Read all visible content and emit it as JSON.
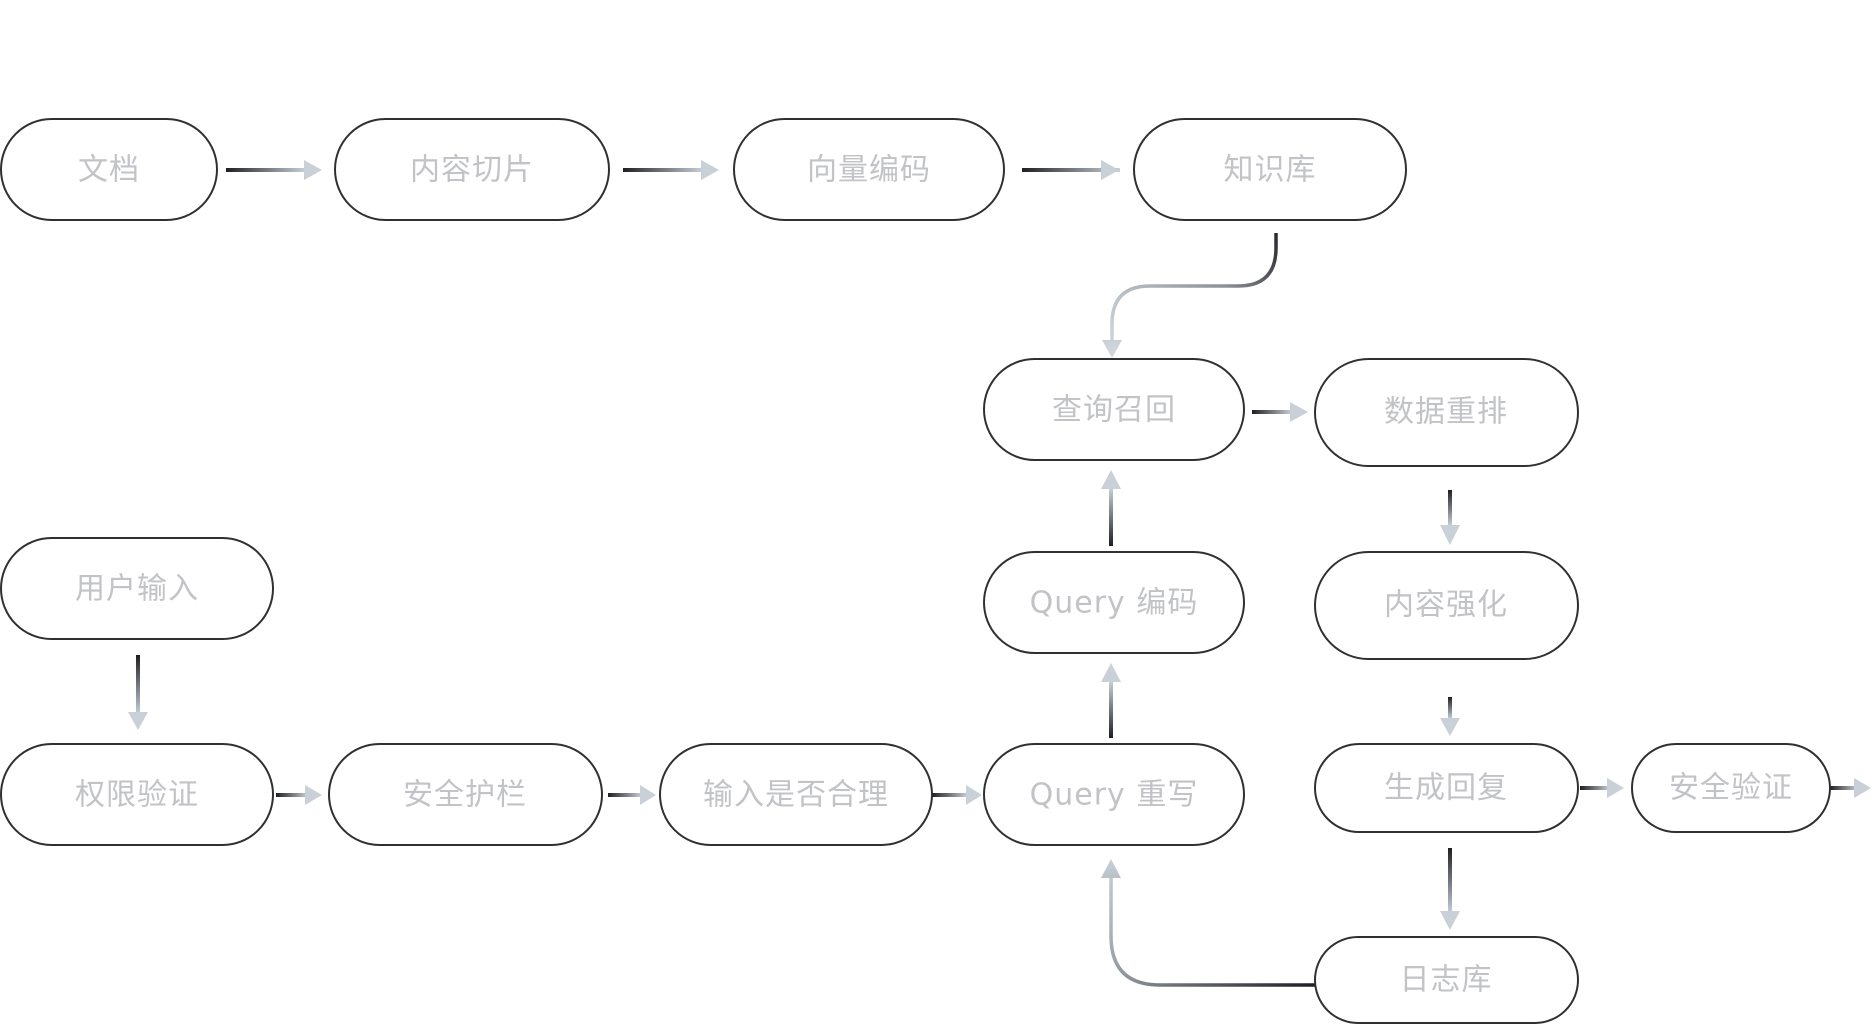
{
  "nodes": {
    "document": "文档",
    "chunking": "内容切片",
    "vector_encoding": "向量编码",
    "knowledge_base": "知识库",
    "query_recall": "查询召回",
    "data_rerank": "数据重排",
    "query_encoding": "Query 编码",
    "content_enhance": "内容强化",
    "user_input": "用户输入",
    "permission_check": "权限验证",
    "safety_guardrail": "安全护栏",
    "input_validity": "输入是否合理",
    "query_rewrite": "Query 重写",
    "generate_reply": "生成回复",
    "safety_check": "安全验证",
    "log_store": "日志库"
  },
  "colors": {
    "node_border": "#2f3033",
    "label_text": "#c2c3c6",
    "arrow_dark": "#1e1f22",
    "arrow_light": "#c9d0d8",
    "background": "#ffffff"
  }
}
